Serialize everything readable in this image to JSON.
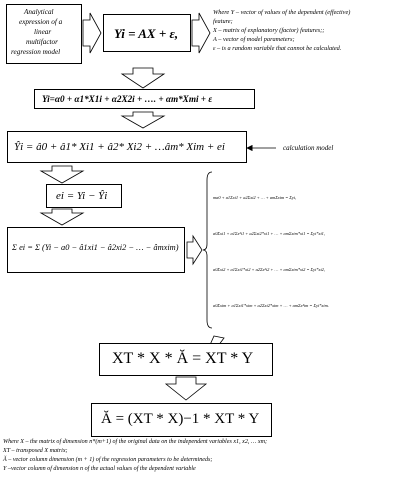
{
  "top_left_box": {
    "lines": [
      "Analytical",
      "expression of a",
      "linear",
      "multifactor",
      "regression model"
    ]
  },
  "main_formula": "Yi = AX + ε,",
  "definitions": {
    "lines": [
      "Where Y – vector of values of the dependent (effective)",
      "feature;",
      "X – matrix of explanatory (factor) features;;",
      "A – vector of model parameters;",
      "ε – is a random variable that cannot be calculated."
    ]
  },
  "expanded_formula": "Yi=α0 + α1*X1i + α2X2i + …. + αm*Xmi + ε",
  "calc_formula": "Ŷi = â0 + â1* Xi1 + â2* Xi2 + …âm* Xim + ei",
  "calc_label": "calculation model",
  "residual_formula": "ei = Yi − Ŷi",
  "sum_formula": "Σ ei = Σ (Yi − a0 − â1xi1 − â2xi2 − … − âmxim)",
  "system_lines": [
    "ma0 + a1Σxi1 + a2Σxi2 + … + amΣxim = Σyi,",
    "a0Σxi1 + a1Σx²i1 + a2Σxi2*xi1 + … + amΣxim*xi1 = Σyi*xi1,",
    "a0Σxi2 + a1Σxi1*xi2 + a2Σx²i2 + … + amΣxim*xi2 = Σyi*xi2,",
    "a0Σxim + a1Σxi1*xim + a2Σxi2*xim + … + amΣx²im = Σyi*xim."
  ],
  "matrix_eq": "XT * X * Ă = XT * Y",
  "solution_eq": "Ă = (XT * X)−1 * XT * Y",
  "footnotes": [
    "Where X – the matrix of dimension n*(m+1) of the original data on the independent variables x1, x2, … xm;",
    "XT – transposed X matrix;",
    "Ă – vector column dimension (m + 1) of the regression parameters to be determineds;",
    "Y –vector column of dimension n of the actual values of the dependent variable"
  ]
}
